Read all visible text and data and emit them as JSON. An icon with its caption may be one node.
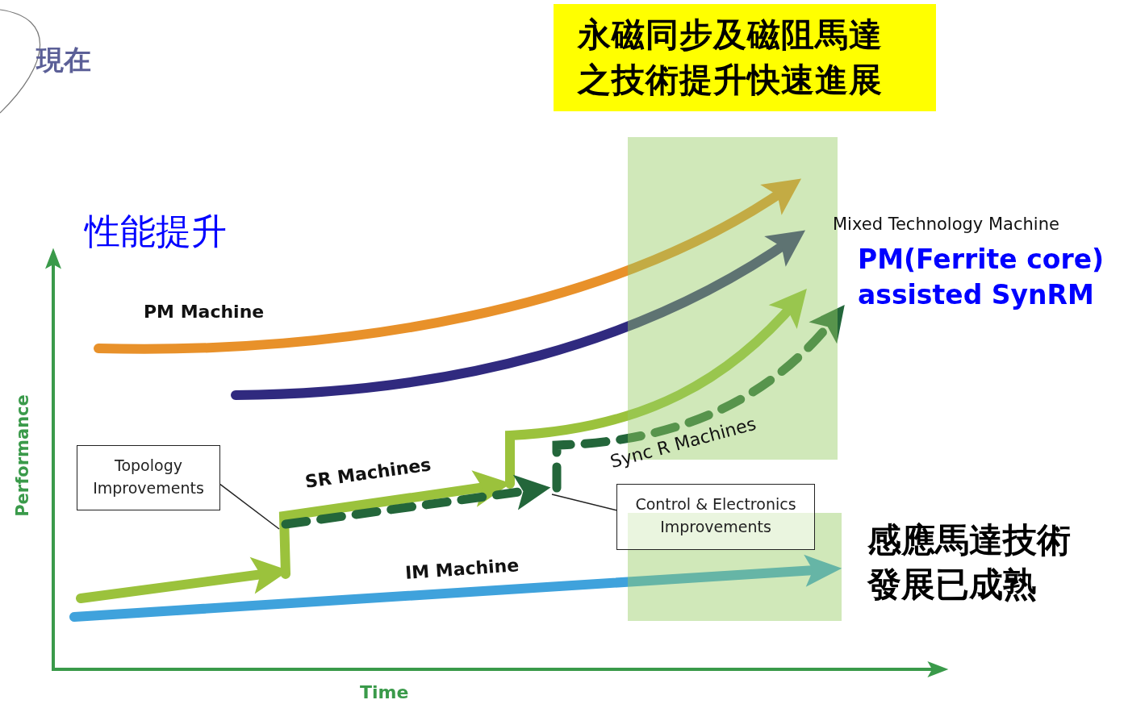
{
  "diagram": {
    "nodes": [
      {
        "text": [
          "永磁同步及磁阻馬達之技術提升快速進展"
        ]
      },
      {
        "text": [
          "Topology Improvements"
        ]
      },
      {
        "text": [
          "Control & Electronics Improvements"
        ]
      }
    ],
    "edges": [
      {
        "from": 1,
        "to": null,
        "arrow": "none"
      },
      {
        "from": 2,
        "to": null,
        "arrow": "none"
      }
    ],
    "labels": [
      "現在",
      "性能提升",
      "PM Machine",
      "Mixed Technology Machine",
      "PM(Ferrite core) assisted SynRM",
      "SR Machines",
      "Sync R Machines",
      "IM Machine",
      "感應馬達技術發展已成熟",
      "Performance",
      "Time"
    ]
  }
}
